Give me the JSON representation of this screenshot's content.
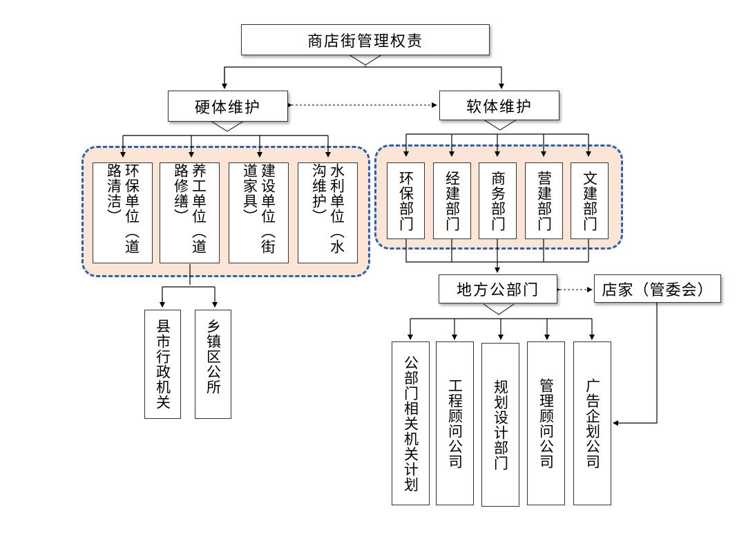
{
  "title": "商店街管理权责",
  "hard": {
    "label": "硬体维护",
    "units": [
      "环保单位（道路清洁）",
      "养工单位（道路修缮）",
      "建设单位（街道家具）",
      "水利单位（水沟维护）"
    ],
    "gov": [
      "县市行政机关",
      "乡镇区公所"
    ]
  },
  "soft": {
    "label": "软体维护",
    "depts": [
      "环保部门",
      "经建部门",
      "商务部门",
      "营建部门",
      "文建部门"
    ]
  },
  "local": "地方公部门",
  "shop": "店家（管委会）",
  "bottom": [
    "公部门相关机关计划",
    "工程顾问公司",
    "规划设计部门",
    "管理顾问公司",
    "广告企划公司"
  ]
}
